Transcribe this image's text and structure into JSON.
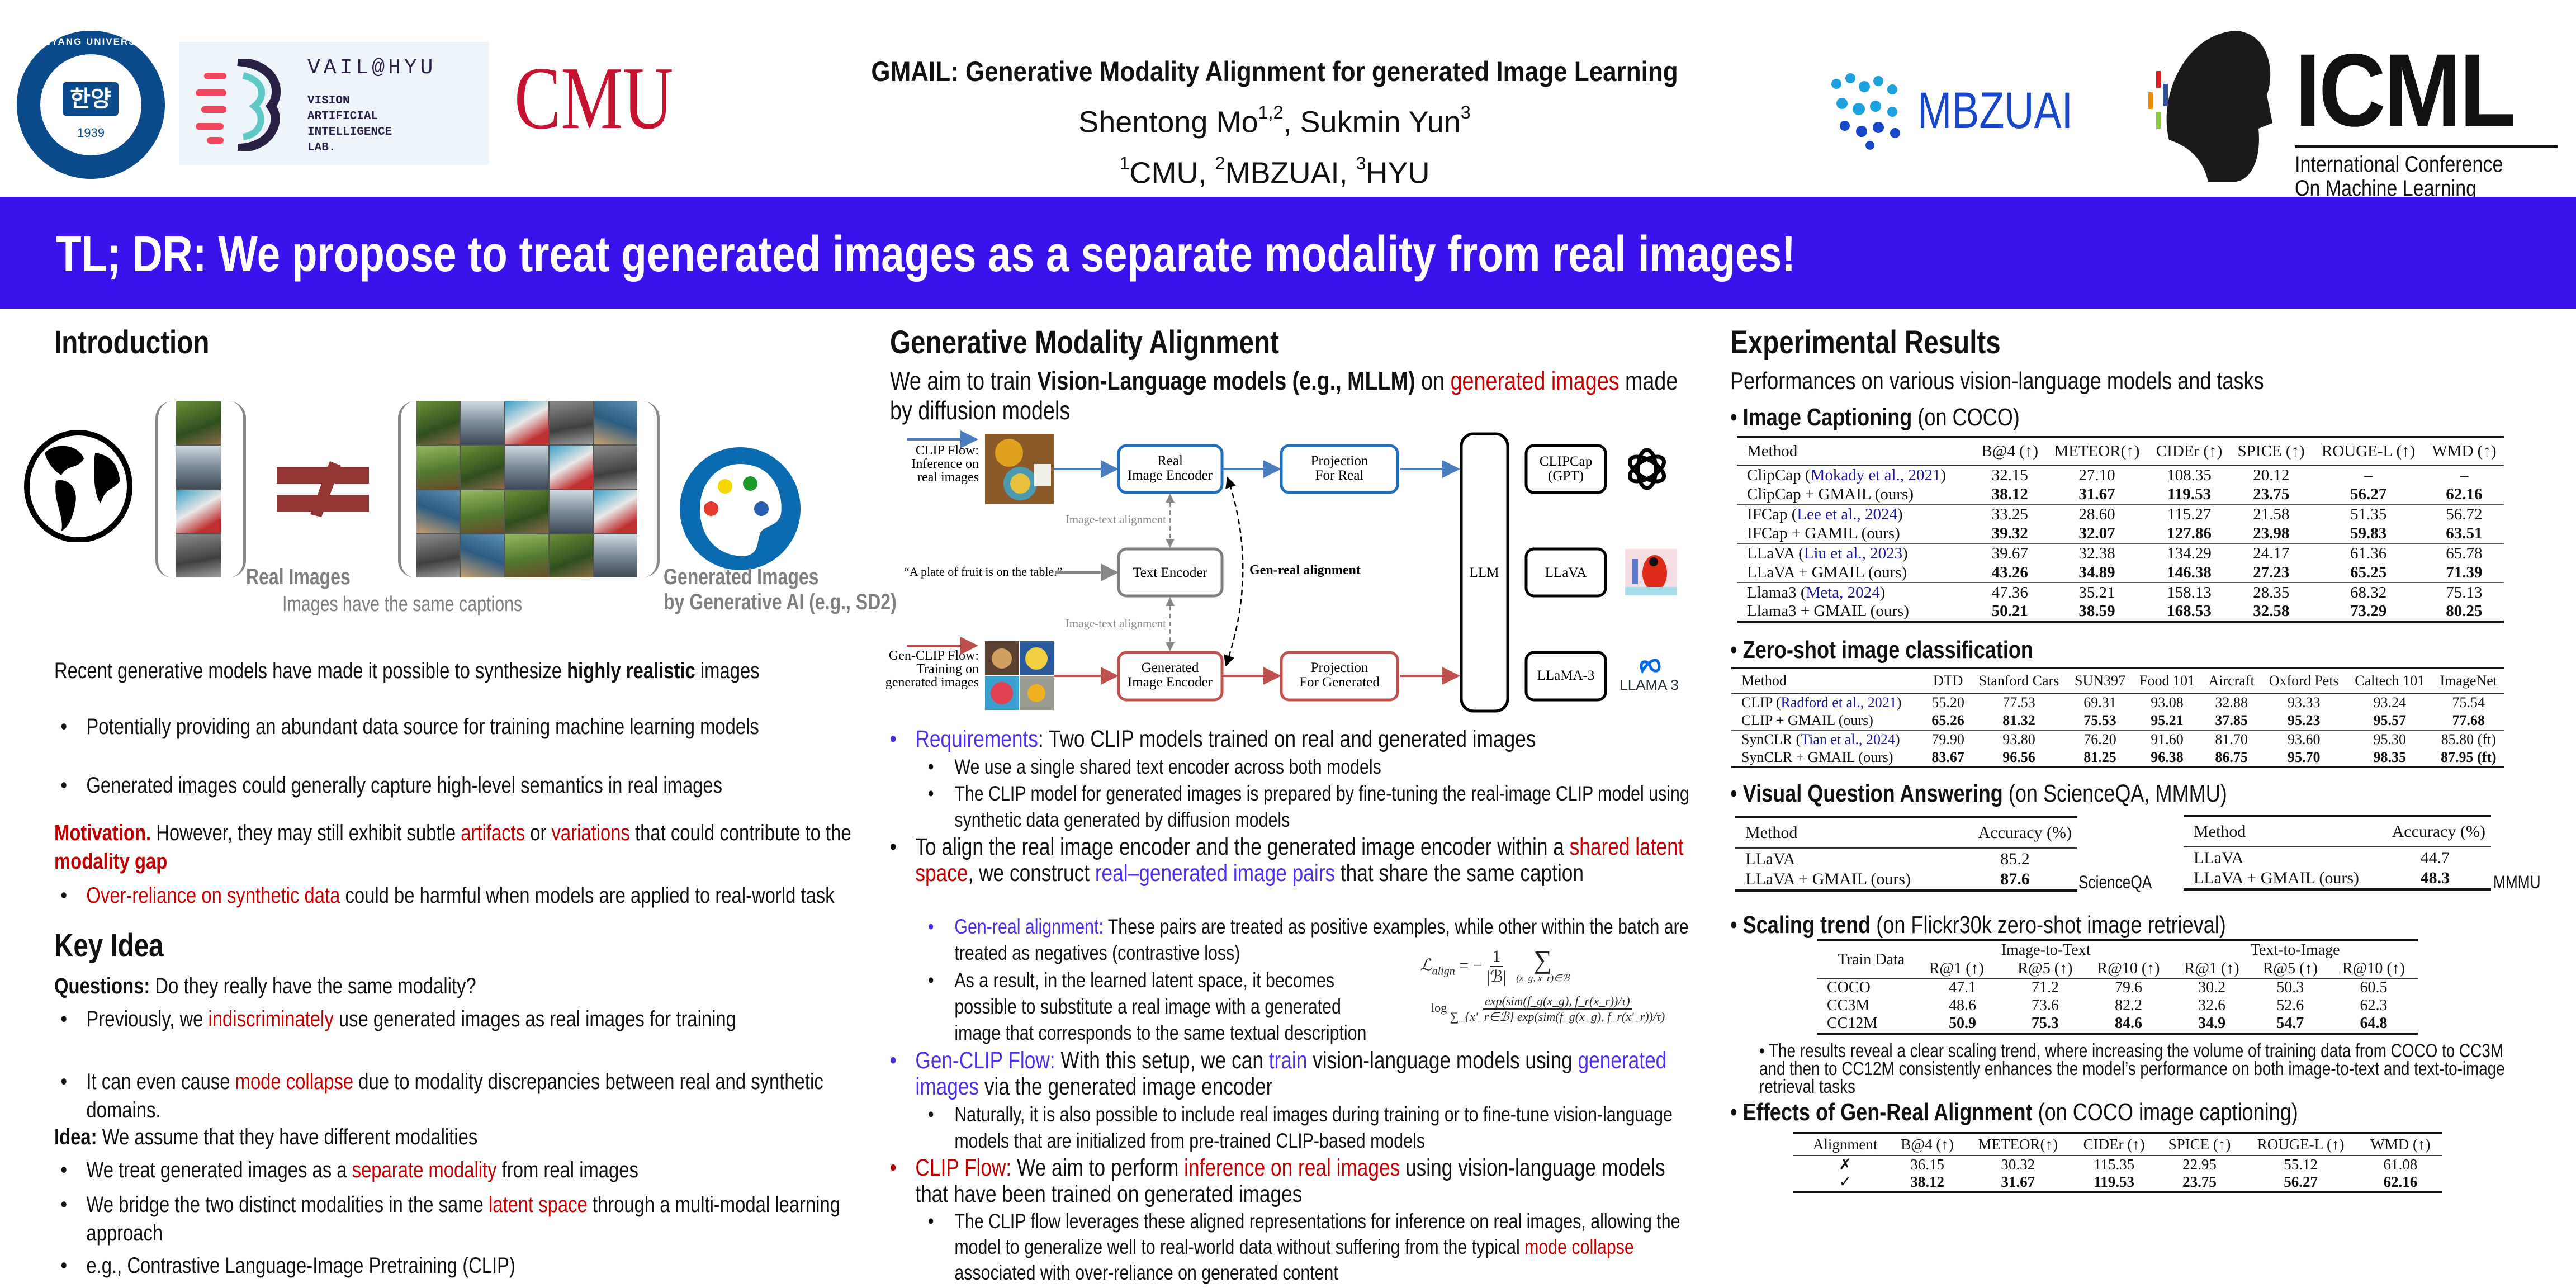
{
  "header": {
    "title": "GMAIL: Generative Modality Alignment for generated Image Learning",
    "authors": [
      {
        "name": "Shentong Mo",
        "sup": "1,2"
      },
      {
        "name": "Sukmin Yun",
        "sup": "3"
      }
    ],
    "author_sep": ", ",
    "affiliations": [
      {
        "sup": "1",
        "name": "CMU, "
      },
      {
        "sup": "2",
        "name": "MBZUAI, "
      },
      {
        "sup": "3",
        "name": "HYU"
      }
    ],
    "logos": {
      "hanyang": {
        "name": "HANYANG UNIVERSITY",
        "korean": "한양",
        "year": "1939"
      },
      "vail": {
        "name": "VAIL@HYU",
        "lines": [
          "VISION",
          "ARTIFICIAL",
          "INTELLIGENCE",
          "LAB."
        ]
      },
      "cmu": "CMU",
      "mbzuai": "MBZUAI",
      "icml": {
        "name": "ICML",
        "line1": "International Conference",
        "line2": "On Machine Learning"
      }
    }
  },
  "banner": {
    "text": "TL; DR: We propose to treat generated images as a separate modality from real images!",
    "color": "#3b12ec"
  },
  "colors": {
    "red": "#c00000",
    "purple": "#4f2ee8",
    "ref_blue": "#1a1a8c",
    "diagram_blue": "#1f6fc0",
    "diagram_red": "#c0504d"
  },
  "introduction": {
    "heading": "Introduction",
    "figure": {
      "real_label": "Real Images",
      "caption": "Images have the same captions",
      "gen_label_1": "Generated Images",
      "gen_label_2": "by Generative AI (e.g., SD2)"
    },
    "p1": [
      {
        "t": "Recent generative models have made it possible to synthesize "
      },
      {
        "t": "highly realistic",
        "b": true
      },
      {
        "t": " images"
      }
    ],
    "bullets": [
      "Potentially providing an abundant data source for training machine learning models",
      "Generated images could generally capture high-level semantics in real images"
    ],
    "motivation": [
      {
        "t": "Motivation.",
        "c": "#c00000",
        "b": true
      },
      {
        "t": " However, they may still exhibit subtle "
      },
      {
        "t": "artifacts",
        "c": "#c00000"
      },
      {
        "t": " or "
      },
      {
        "t": "variations",
        "c": "#c00000"
      },
      {
        "t": " that could contribute to the "
      },
      {
        "t": "modality gap",
        "c": "#c00000",
        "b": true
      }
    ],
    "motivation_bullet": [
      {
        "t": "Over-reliance on synthetic data",
        "c": "#c00000"
      },
      {
        "t": " could be harmful when models are applied to real-world task"
      }
    ]
  },
  "key_idea": {
    "heading": "Key Idea",
    "questions": [
      {
        "t": "Questions:",
        "b": true
      },
      {
        "t": " Do they really have the same modality?"
      }
    ],
    "q_bullets": [
      [
        {
          "t": "Previously, we "
        },
        {
          "t": "indiscriminately",
          "c": "#c00000"
        },
        {
          "t": " use generated images as real images for training"
        }
      ],
      [
        {
          "t": "It can even cause "
        },
        {
          "t": "mode collapse",
          "c": "#c00000"
        },
        {
          "t": " due to modality discrepancies between real and synthetic domains."
        }
      ]
    ],
    "idea": [
      {
        "t": "Idea:",
        "b": true
      },
      {
        "t": " We assume that they have different modalities"
      }
    ],
    "i_bullets": [
      [
        {
          "t": "We treat generated images as a "
        },
        {
          "t": "separate modality",
          "c": "#c00000"
        },
        {
          "t": " from real images"
        }
      ],
      [
        {
          "t": "We bridge the two distinct modalities in the same "
        },
        {
          "t": "latent space",
          "c": "#c00000"
        },
        {
          "t": " through a multi-modal learning approach"
        }
      ],
      [
        {
          "t": "e.g., Contrastive Language-Image Pretraining (CLIP)"
        }
      ]
    ]
  },
  "gma": {
    "heading": "Generative Modality Alignment",
    "intro": [
      {
        "t": "We aim to train "
      },
      {
        "t": "Vision-Language models (e.g., MLLM)",
        "b": true
      },
      {
        "t": " on "
      },
      {
        "t": "generated images",
        "c": "#c00000"
      },
      {
        "t": " made by diffusion models"
      }
    ],
    "diagram": {
      "clip_flow": [
        "CLIP Flow:",
        "Inference on",
        "real images"
      ],
      "gen_clip_flow": [
        "Gen-CLIP Flow:",
        "Training on",
        "generated images"
      ],
      "real_encoder": [
        "Real",
        "Image Encoder"
      ],
      "text_encoder": "Text Encoder",
      "gen_encoder": [
        "Generated",
        "Image Encoder"
      ],
      "proj_real": [
        "Projection",
        "For Real"
      ],
      "proj_gen": [
        "Projection",
        "For Generated"
      ],
      "caption": "“A plate of fruit is on the table.”",
      "image_text_alignment": "Image-text alignment",
      "gen_real_alignment": "Gen-real alignment",
      "llm": "LLM",
      "models": [
        [
          "CLIPCap",
          "(GPT)"
        ],
        [
          "LLaVA"
        ],
        [
          "LLaMA-3"
        ]
      ],
      "llama_logo": "LLAMA 3"
    },
    "requirements": [
      {
        "t": "Requirements",
        "c": "#4f2ee8"
      },
      {
        "t": ": Two CLIP models trained on real and generated images"
      }
    ],
    "req_bullets": [
      "We use a single shared text encoder across both models",
      "The CLIP model for generated images is prepared by fine-tuning the real-image CLIP model using synthetic data generated by diffusion models"
    ],
    "align": [
      {
        "t": "To align the real image encoder and the generated image encoder within a "
      },
      {
        "t": "shared latent space",
        "c": "#c00000"
      },
      {
        "t": ", we construct "
      },
      {
        "t": "real–generated image pairs",
        "c": "#4f2ee8"
      },
      {
        "t": " that share the same caption"
      }
    ],
    "gen_real": [
      {
        "t": "Gen-real alignment:",
        "c": "#4f2ee8"
      },
      {
        "t": " These pairs are treated as positive examples, while other within the batch are treated as negatives (contrastive loss)"
      }
    ],
    "as_result": "As a result, in the learned latent space, it becomes possible to substitute a real image with a generated image that corresponds to the same textual description",
    "equation": {
      "lhs": "ℒ",
      "lhs_sub": "align",
      "eq": " = −",
      "one": "1",
      "batch": "|ℬ|",
      "sum": "∑",
      "sum_sub": "(x_g, x_r)∈ℬ",
      "log": "log",
      "num": "exp(sim(f_g(x_g), f_r(x_r))/τ)",
      "den": "∑_{x'_r∈ℬ} exp(sim(f_g(x_g), f_r(x'_r))/τ)"
    },
    "gen_clip": [
      {
        "t": "Gen-CLIP Flow:",
        "c": "#4f2ee8"
      },
      {
        "t": " With this setup, we can "
      },
      {
        "t": "train",
        "c": "#4f2ee8"
      },
      {
        "t": " vision-language models using "
      },
      {
        "t": "generated images",
        "c": "#4f2ee8"
      },
      {
        "t": " via the generated image encoder"
      }
    ],
    "gen_clip_sub": "Naturally, it is also possible to include real images during training or to fine-tune vision-language models that are initialized from pre-trained CLIP-based models",
    "clip_flow": [
      {
        "t": "CLIP Flow:",
        "c": "#c00000"
      },
      {
        "t": " We aim to perform "
      },
      {
        "t": "inference on real images",
        "c": "#c00000"
      },
      {
        "t": " using vision-language models that have been trained on generated images"
      }
    ],
    "clip_flow_sub": [
      {
        "t": "The CLIP flow leverages these aligned representations for inference on real images, allowing the model to generalize well to real-world data without suffering from the typical "
      },
      {
        "t": "mode collapse",
        "c": "#c00000"
      },
      {
        "t": " associated with over-reliance on generated content"
      }
    ]
  },
  "results": {
    "heading": "Experimental Results",
    "subtitle": "Performances on various vision-language models and tasks",
    "captioning": {
      "heading": [
        {
          "t": "Image Captioning",
          "b": true
        },
        {
          "t": " (on COCO)"
        }
      ],
      "headers": [
        "Method",
        "B@4 (↑)",
        "METEOR(↑)",
        "CIDEr (↑)",
        "SPICE (↑)",
        "ROUGE-L (↑)",
        "WMD (↑)"
      ],
      "groups": [
        [
          {
            "method": [
              {
                "t": "ClipCap ("
              },
              {
                "t": "Mokady et al., 2021",
                "c": "#1a1a8c"
              },
              {
                "t": ")"
              }
            ],
            "values": [
              "32.15",
              "27.10",
              "108.35",
              "20.12",
              "–",
              "–"
            ]
          },
          {
            "method": "ClipCap + GMAIL (ours)",
            "values": [
              "38.12",
              "31.67",
              "119.53",
              "23.75",
              "56.27",
              "62.16"
            ],
            "bold": true
          }
        ],
        [
          {
            "method": [
              {
                "t": "IFCap ("
              },
              {
                "t": "Lee et al., 2024",
                "c": "#1a1a8c"
              },
              {
                "t": ")"
              }
            ],
            "values": [
              "33.25",
              "28.60",
              "115.27",
              "21.58",
              "51.35",
              "56.72"
            ]
          },
          {
            "method": "IFCap + GAMIL (ours)",
            "values": [
              "39.32",
              "32.07",
              "127.86",
              "23.98",
              "59.83",
              "63.51"
            ],
            "bold": true
          }
        ],
        [
          {
            "method": [
              {
                "t": "LLaVA ("
              },
              {
                "t": "Liu et al., 2023",
                "c": "#1a1a8c"
              },
              {
                "t": ")"
              }
            ],
            "values": [
              "39.67",
              "32.38",
              "134.29",
              "24.17",
              "61.36",
              "65.78"
            ]
          },
          {
            "method": "LLaVA + GMAIL (ours)",
            "values": [
              "43.26",
              "34.89",
              "146.38",
              "27.23",
              "65.25",
              "71.39"
            ],
            "bold": true
          }
        ],
        [
          {
            "method": [
              {
                "t": "Llama3 ("
              },
              {
                "t": "Meta, 2024",
                "c": "#1a1a8c"
              },
              {
                "t": ")"
              }
            ],
            "values": [
              "47.36",
              "35.21",
              "158.13",
              "28.35",
              "68.32",
              "75.13"
            ]
          },
          {
            "method": "Llama3 + GMAIL (ours)",
            "values": [
              "50.21",
              "38.59",
              "168.53",
              "32.58",
              "73.29",
              "80.25"
            ],
            "bold": true
          }
        ]
      ]
    },
    "zeroshot": {
      "heading": [
        {
          "t": "Zero-shot image classification",
          "b": true
        }
      ],
      "headers": [
        "Method",
        "DTD",
        "Stanford Cars",
        "SUN397",
        "Food 101",
        "Aircraft",
        "Oxford Pets",
        "Caltech 101",
        "ImageNet"
      ],
      "groups": [
        [
          {
            "method": [
              {
                "t": "CLIP ("
              },
              {
                "t": "Radford et al., 2021",
                "c": "#1a1a8c"
              },
              {
                "t": ")"
              }
            ],
            "values": [
              "55.20",
              "77.53",
              "69.31",
              "93.08",
              "32.88",
              "93.33",
              "93.24",
              "75.54"
            ]
          },
          {
            "method": "CLIP + GMAIL (ours)",
            "values": [
              "65.26",
              "81.32",
              "75.53",
              "95.21",
              "37.85",
              "95.23",
              "95.57",
              "77.68"
            ],
            "bold": true
          }
        ],
        [
          {
            "method": [
              {
                "t": "SynCLR ("
              },
              {
                "t": "Tian et al., 2024",
                "c": "#1a1a8c"
              },
              {
                "t": ")"
              }
            ],
            "values": [
              "79.90",
              "93.80",
              "76.20",
              "91.60",
              "81.70",
              "93.60",
              "95.30",
              "85.80 (ft)"
            ]
          },
          {
            "method": "SynCLR + GMAIL (ours)",
            "values": [
              "83.67",
              "96.56",
              "81.25",
              "96.38",
              "86.75",
              "95.70",
              "98.35",
              "87.95 (ft)"
            ],
            "bold": true
          }
        ]
      ]
    },
    "vqa": {
      "heading": [
        {
          "t": "Visual Question Answering",
          "b": true
        },
        {
          "t": " (on ScienceQA, MMMU)"
        }
      ],
      "scienceqa": {
        "label": "ScienceQA",
        "headers": [
          "Method",
          "Accuracy (%)"
        ],
        "groups": [
          [
            {
              "method": "LLaVA",
              "values": [
                "85.2"
              ]
            },
            {
              "method": "LLaVA + GMAIL (ours)",
              "values": [
                "87.6"
              ],
              "bold": true
            }
          ]
        ]
      },
      "mmmu": {
        "label": "MMMU",
        "headers": [
          "Method",
          "Accuracy (%)"
        ],
        "groups": [
          [
            {
              "method": "LLaVA",
              "values": [
                "44.7"
              ]
            },
            {
              "method": "LLaVA + GMAIL (ours)",
              "values": [
                "48.3"
              ],
              "bold": true
            }
          ]
        ]
      }
    },
    "scaling": {
      "heading": [
        {
          "t": "Scaling trend",
          "b": true
        },
        {
          "t": " (on Flickr30k zero-shot image retrieval)"
        }
      ],
      "train_data": "Train Data",
      "group_headers": [
        "Image-to-Text",
        "Text-to-Image"
      ],
      "headers": [
        "R@1 (↑)",
        "R@5 (↑)",
        "R@10 (↑)",
        "R@1 (↑)",
        "R@5 (↑)",
        "R@10 (↑)"
      ],
      "groups": [
        [
          {
            "method": "COCO",
            "values": [
              "47.1",
              "71.2",
              "79.6",
              "30.2",
              "50.3",
              "60.5"
            ]
          },
          {
            "method": "CC3M",
            "values": [
              "48.6",
              "73.6",
              "82.2",
              "32.6",
              "52.6",
              "62.3"
            ]
          },
          {
            "method": "CC12M",
            "values": [
              "50.9",
              "75.3",
              "84.6",
              "34.9",
              "54.7",
              "64.8"
            ],
            "bold": true
          }
        ]
      ],
      "note": "The results reveal a clear scaling trend, where increasing the volume of training data from COCO to CC3M and then to CC12M consistently enhances the model’s performance on both image-to-text and text-to-image retrieval tasks"
    },
    "effects": {
      "heading": [
        {
          "t": "Effects of Gen-Real Alignment",
          "b": true
        },
        {
          "t": " (on COCO image captioning)"
        }
      ],
      "headers": [
        "Alignment",
        "B@4 (↑)",
        "METEOR(↑)",
        "CIDEr (↑)",
        "SPICE (↑)",
        "ROUGE-L (↑)",
        "WMD (↑)"
      ],
      "groups": [
        [
          {
            "method": "✗",
            "values": [
              "36.15",
              "30.32",
              "115.35",
              "22.95",
              "55.12",
              "61.08"
            ]
          },
          {
            "method": "✓",
            "values": [
              "38.12",
              "31.67",
              "119.53",
              "23.75",
              "56.27",
              "62.16"
            ],
            "bold": true
          }
        ]
      ]
    }
  }
}
